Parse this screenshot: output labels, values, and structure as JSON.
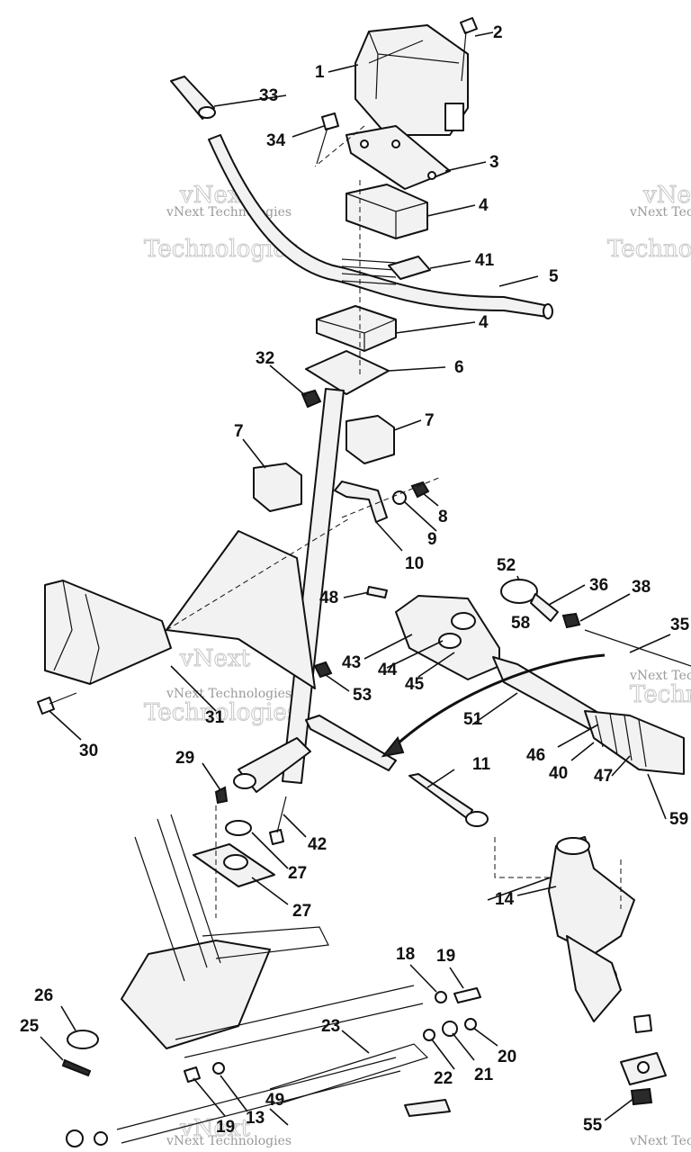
{
  "watermark": {
    "line1": "vNext",
    "line2": "Technologies",
    "caption": "vNext Technologies"
  },
  "callouts": [
    "1",
    "2",
    "3",
    "4",
    "4",
    "5",
    "6",
    "7",
    "7",
    "8",
    "9",
    "10",
    "11",
    "13",
    "14",
    "18",
    "19",
    "19",
    "20",
    "21",
    "22",
    "23",
    "25",
    "26",
    "27",
    "27",
    "29",
    "30",
    "31",
    "32",
    "33",
    "34",
    "35",
    "36",
    "38",
    "40",
    "41",
    "42",
    "43",
    "44",
    "45",
    "46",
    "47",
    "48",
    "49",
    "51",
    "52",
    "53",
    "55",
    "58",
    "59"
  ]
}
